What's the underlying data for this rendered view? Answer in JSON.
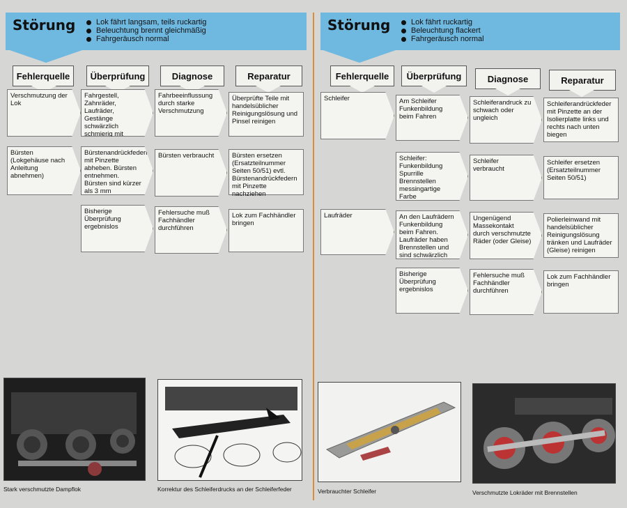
{
  "left": {
    "stoerung": "Störung",
    "symptoms": [
      "Lok fährt langsam, teils ruckartig",
      "Beleuchtung brennt gleichmäßig",
      "Fahrgeräusch normal"
    ],
    "headers": [
      "Fehlerquelle",
      "Überprüfung",
      "Diagnose",
      "Reparatur"
    ],
    "rows": [
      [
        "Verschmutzung der Lok",
        "Fahrgestell, Zahnräder, Laufräder, Gestänge schwärzlich schmierig mit Fusseln",
        "Fahrbeeinflussung durch starke Verschmutzung",
        "Überprüfte Teile mit handelsüblicher Reinigungslösung und Pinsel reinigen"
      ],
      [
        "Bürsten (Lokgehäuse nach Anleitung abnehmen)",
        "Bürstenandrückfedern mit Pinzette abheben. Bürsten entnehmen. Bürsten sind kürzer als 3 mm",
        "Bürsten verbraucht",
        "Bürsten ersetzen (Ersatzteilnummer Seiten 50/51) evtl. Bürstenandrückfedern mit Pinzette nachziehen"
      ],
      [
        "",
        "Bisherige Überprüfung ergebnislos",
        "Fehlersuche muß Fachhändler durchführen",
        "Lok zum Fachhändler bringen"
      ]
    ],
    "captions": [
      "Stark verschmutzte Dampflok",
      "Korrektur des Schleiferdrucks an der Schleiferfeder"
    ]
  },
  "right": {
    "stoerung": "Störung",
    "symptoms": [
      "Lok fährt ruckartig",
      "Beleuchtung flackert",
      "Fahrgeräusch normal"
    ],
    "headers": [
      "Fehlerquelle",
      "Überprüfung",
      "Diagnose",
      "Reparatur"
    ],
    "rows": [
      [
        "Schleifer",
        "Am Schleifer Funkenbildung beim Fahren",
        "Schleiferandruck zu schwach oder ungleich",
        "Schleiferandrückfeder mit Pinzette an der Isolierplatte links und rechts nach unten biegen"
      ],
      [
        "",
        "Schleifer: Funkenbildung Spurrille Brennstellen messingartige Farbe Schmutzstellen",
        "Schleifer verbraucht",
        "Schleifer ersetzen (Ersatzteilnummer Seiten 50/51)"
      ],
      [
        "Laufräder",
        "An den Laufrädern Funkenbildung beim Fahren. Laufräder haben Brennstellen und sind schwärzlich verschmutzt",
        "Ungenügend Massekontakt durch verschmutzte Räder (oder Gleise)",
        "Polierleinwand mit handelsüblicher Reinigungslösung tränken und Laufräder (Gleise) reinigen"
      ],
      [
        "",
        "Bisherige Überprüfung ergebnislos",
        "Fehlersuche muß Fachhändler durchführen",
        "Lok zum Fachhändler bringen"
      ]
    ],
    "captions": [
      "Verbrauchter Schleifer",
      "Verschmutzte Lokräder mit Brennstellen"
    ]
  },
  "colors": {
    "banner": "#6fb8e0",
    "divider": "#d98c3a",
    "background": "#d6d6d4"
  }
}
